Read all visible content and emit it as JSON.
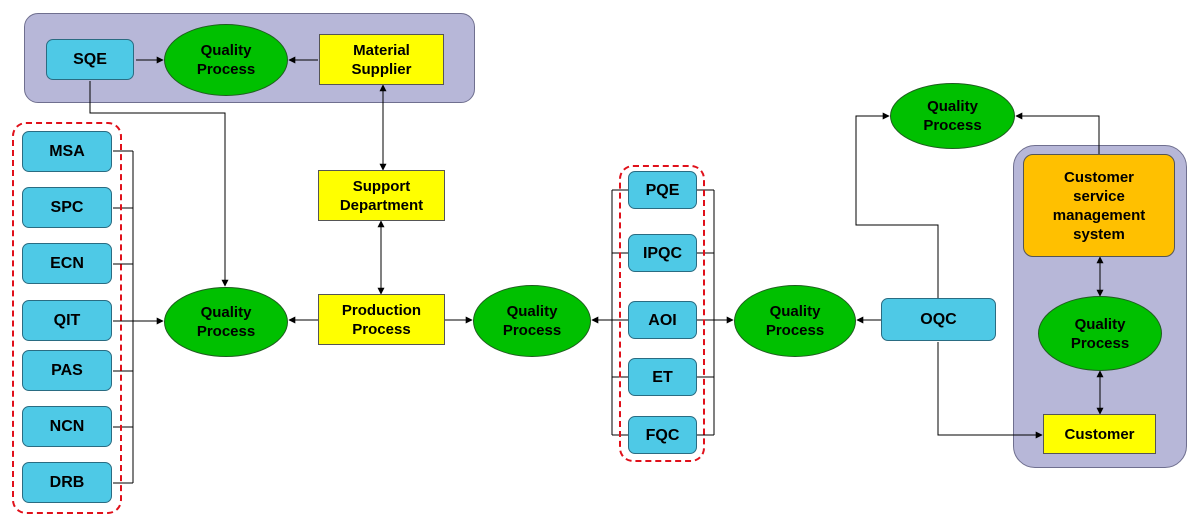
{
  "nodes": {
    "sqe": "SQE",
    "quality_top": "Quality\nProcess",
    "material_supplier": "Material\nSupplier",
    "msa": "MSA",
    "spc": "SPC",
    "ecn": "ECN",
    "qit": "QIT",
    "pas": "PAS",
    "ncn": "NCN",
    "drb": "DRB",
    "quality_left": "Quality\nProcess",
    "support_department": "Support\nDepartment",
    "production_process": "Production\nProcess",
    "quality_mid": "Quality\nProcess",
    "pqe": "PQE",
    "ipqc": "IPQC",
    "aoi": "AOI",
    "et": "ET",
    "fqc": "FQC",
    "quality_right": "Quality\nProcess",
    "oqc": "OQC",
    "quality_upper_right": "Quality\nProcess",
    "customer_service": "Customer\nservice\nmanagement\nsystem",
    "quality_customer": "Quality\nProcess",
    "customer": "Customer"
  },
  "colors": {
    "blue_box": "#4ec9e6",
    "yellow_box": "#ffff00",
    "orange_box": "#ffc000",
    "green_oval": "#00c000",
    "group_fill": "#b7b7d8",
    "dashed_outline": "#e0101a"
  }
}
